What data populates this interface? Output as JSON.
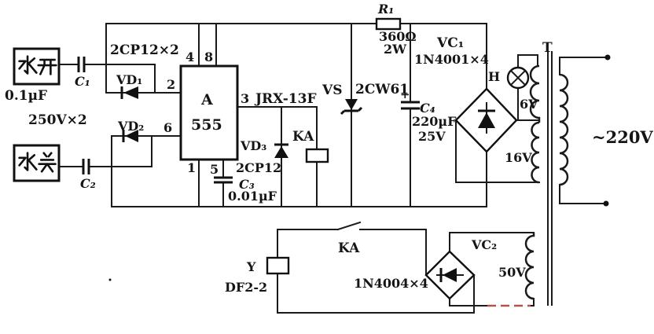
{
  "title": "555 timer automatic water-boiler control circuit schematic",
  "colors": {
    "line": "#1a1a1a",
    "accent_dashed_wire": "#b05548",
    "background": "#ffffff"
  },
  "labels": {
    "box_water_on": "水开",
    "box_water_off": "水关",
    "c1_ref": "C₁",
    "c1_value": "0.1µF",
    "c_rating": "250V×2",
    "c2_ref": "C₂",
    "diode_pair_type": "2CP12×2",
    "vd1": "VD₁",
    "vd2": "VD₂",
    "vd3": "VD₃",
    "vd3_type": "2CP12",
    "pin1": "1",
    "pin2": "2",
    "pin3": "3",
    "pin4": "4",
    "pin5": "5",
    "pin6": "6",
    "pin8": "8",
    "ic_letter": "A",
    "ic_model": "555",
    "relay_model": "JRX-13F",
    "relay_coil": "KA",
    "relay_contact": "KA",
    "c3_ref": "C₃",
    "c3_value": "0.01µF",
    "vs_ref": "VS",
    "vs_type": "2CW61",
    "r1_ref": "R₁",
    "r1_value": "360Ω",
    "r1_power": "2W",
    "c4_plus": "+",
    "c4_ref": "C₄",
    "c4_value": "220µF",
    "c4_rating": "25V",
    "vc1_ref": "VC₁",
    "vc1_type": "1N4001×4",
    "lamp_ref": "H",
    "winding_6v": "6V",
    "winding_16v": "16V",
    "transformer_ref": "T",
    "mains": "~220V",
    "valve_ref": "Y",
    "valve_model": "DF2-2",
    "vc2_ref": "VC₂",
    "vc2_type": "1N4004×4",
    "winding_50v": "50V"
  }
}
